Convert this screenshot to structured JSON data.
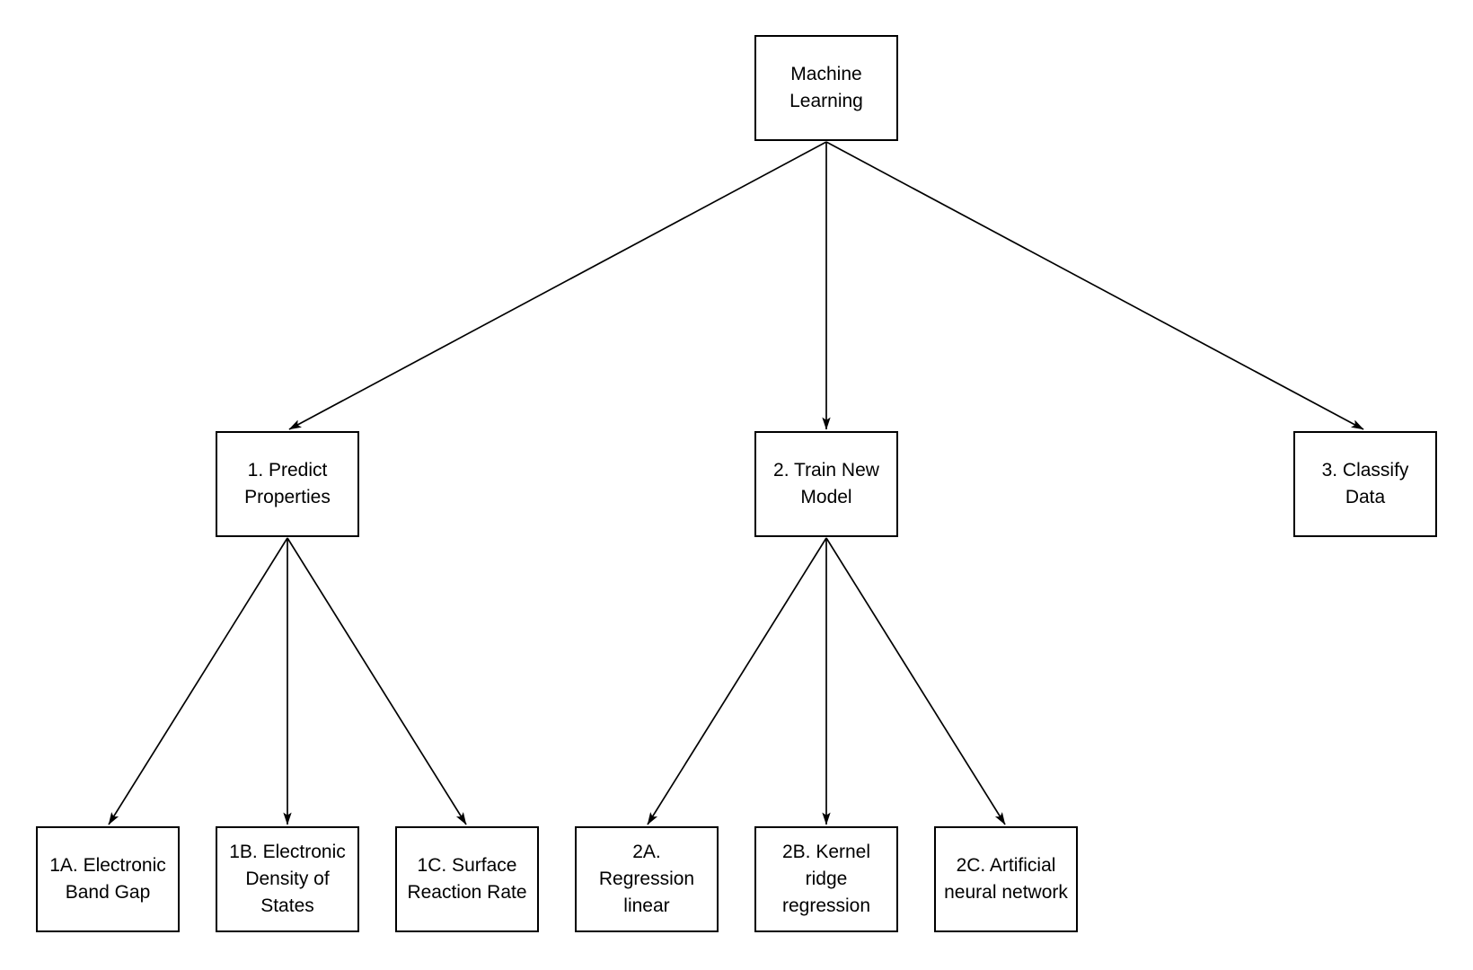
{
  "canvas": {
    "background_color": "#ffffff",
    "stroke_color": "#000000",
    "text_color": "#000000"
  },
  "nodes": {
    "machine_learning": {
      "label": "Machine\nLearning"
    },
    "predict_properties": {
      "label": "1. Predict\nProperties"
    },
    "train_new_model": {
      "label": "2. Train New\nModel"
    },
    "classify_data": {
      "label": "3. Classify\nData"
    },
    "electronic_band_gap": {
      "label": "1A. Electronic\nBand Gap"
    },
    "electronic_density_of_states": {
      "label": "1B. Electronic\nDensity of\nStates"
    },
    "surface_reaction_rate": {
      "label": "1C. Surface\nReaction Rate"
    },
    "regression_linear": {
      "label": "2A.\nRegression\nlinear"
    },
    "kernel_ridge_regression": {
      "label": "2B. Kernel\nridge\nregression"
    },
    "artificial_neural_network": {
      "label": "2C. Artificial\nneural network"
    }
  },
  "edges": [
    {
      "from": "machine_learning",
      "to": "predict_properties"
    },
    {
      "from": "machine_learning",
      "to": "train_new_model"
    },
    {
      "from": "machine_learning",
      "to": "classify_data"
    },
    {
      "from": "predict_properties",
      "to": "electronic_band_gap"
    },
    {
      "from": "predict_properties",
      "to": "electronic_density_of_states"
    },
    {
      "from": "predict_properties",
      "to": "surface_reaction_rate"
    },
    {
      "from": "train_new_model",
      "to": "regression_linear"
    },
    {
      "from": "train_new_model",
      "to": "kernel_ridge_regression"
    },
    {
      "from": "train_new_model",
      "to": "artificial_neural_network"
    }
  ]
}
